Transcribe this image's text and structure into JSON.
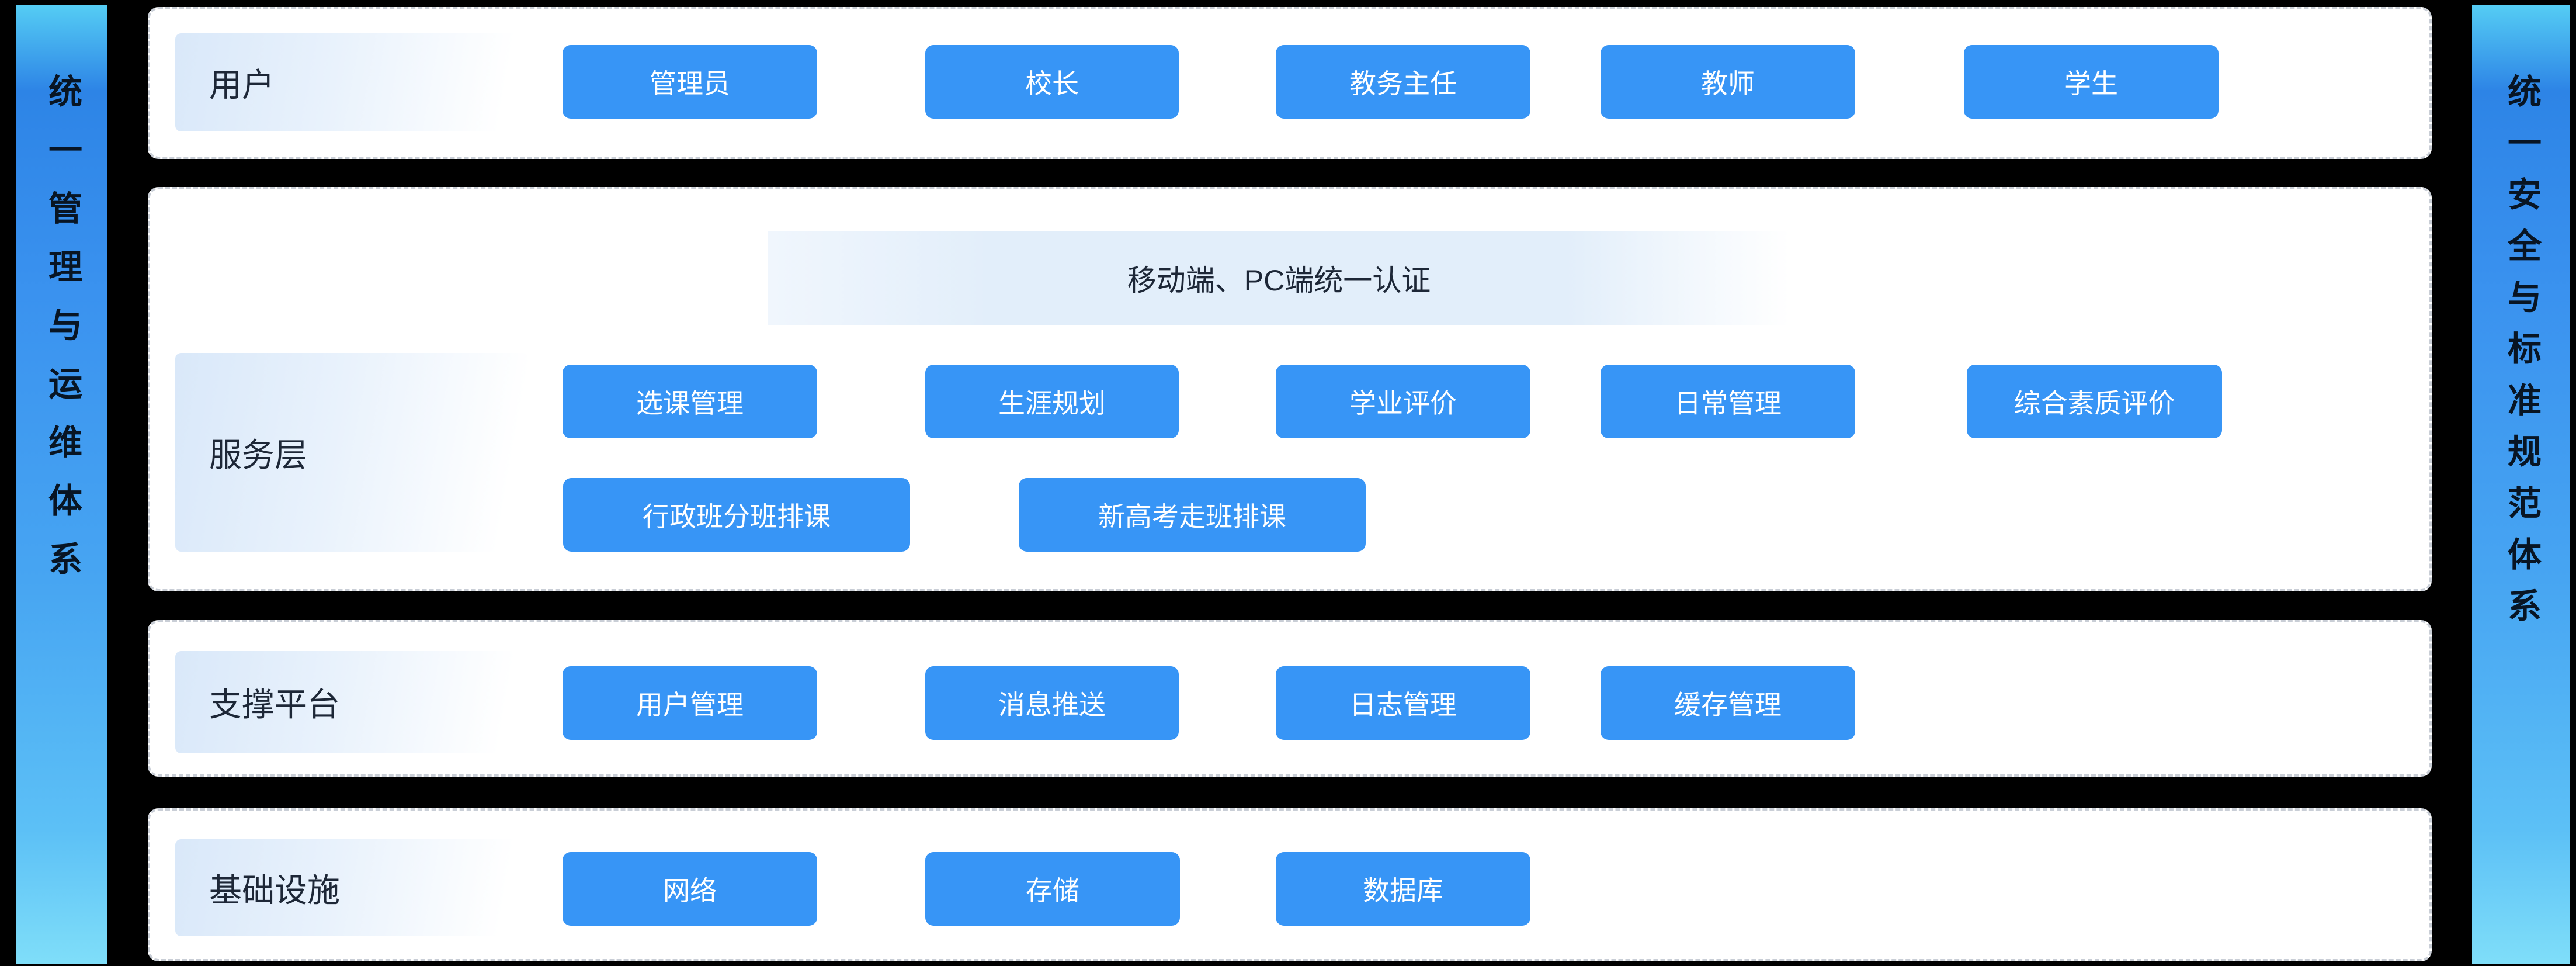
{
  "theme": {
    "canvas_bg": "#000000",
    "accent": "#3795f6",
    "chip_text": "#ffffff",
    "band_bg": "#ffffff",
    "band_border": "#c9ced6",
    "label_text": "#1d2737",
    "ribbon_text": "#081524"
  },
  "left_ribbon": {
    "text": "统一管理与运维体系"
  },
  "right_ribbon": {
    "text": "统一安全与标准规范体系"
  },
  "bands": [
    {
      "label": "用户",
      "buttons": [
        "管理员",
        "校长",
        "教务主任",
        "教师",
        "学生"
      ]
    },
    {
      "label": "服务层",
      "header": "移动端、PC端统一认证",
      "buttons_row1": [
        "选课管理",
        "生涯规划",
        "学业评价",
        "日常管理",
        "综合素质评价"
      ],
      "buttons_row2": [
        "行政班分班排课",
        "新高考走班排课"
      ]
    },
    {
      "label": "支撑平台",
      "buttons": [
        "用户管理",
        "消息推送",
        "日志管理",
        "缓存管理"
      ]
    },
    {
      "label": "基础设施",
      "buttons": [
        "网络",
        "存储",
        "数据库"
      ]
    }
  ]
}
